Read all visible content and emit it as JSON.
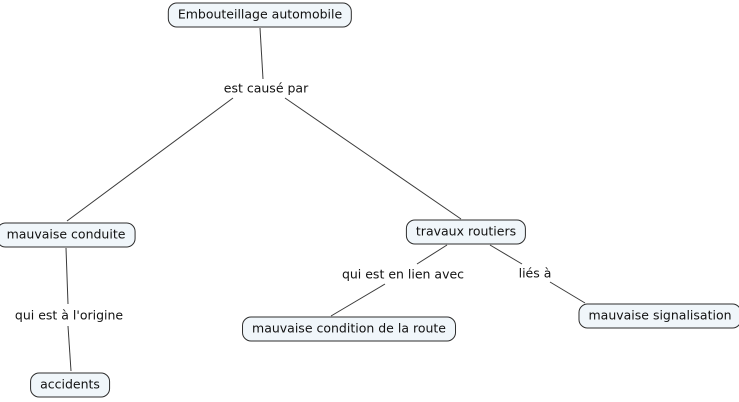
{
  "diagram": {
    "type": "concept-map",
    "root_concept": "Embouteillage automobile",
    "nodes": [
      {
        "id": "embouteillage-automobile",
        "label": "Embouteillage automobile"
      },
      {
        "id": "mauvaise-conduite",
        "label": "mauvaise conduite"
      },
      {
        "id": "travaux-routiers",
        "label": "travaux routiers"
      },
      {
        "id": "accidents",
        "label": "accidents"
      },
      {
        "id": "mauvaise-condition-de-la-route",
        "label": "mauvaise condition de la route"
      },
      {
        "id": "mauvaise-signalisation",
        "label": "mauvaise signalisation"
      }
    ],
    "links": [
      {
        "id": "est-cause-par",
        "label": "est causé par",
        "from": "Embouteillage automobile",
        "to": [
          "mauvaise conduite",
          "travaux routiers"
        ]
      },
      {
        "id": "qui-est-a-l-origine",
        "label": "qui est à l'origine",
        "from": "mauvaise conduite",
        "to": [
          "accidents"
        ]
      },
      {
        "id": "qui-est-en-lien-avec",
        "label": "qui est en lien avec",
        "from": "travaux routiers",
        "to": [
          "mauvaise condition de la route"
        ]
      },
      {
        "id": "lies-a",
        "label": "liés à",
        "from": "travaux routiers",
        "to": [
          "mauvaise signalisation"
        ]
      }
    ],
    "colors": {
      "background": "#ffffff",
      "node_fill": "#f0f6fa",
      "node_border": "#2e2e2e",
      "connector_line": "#3a3a3a",
      "text": "#111111"
    }
  }
}
